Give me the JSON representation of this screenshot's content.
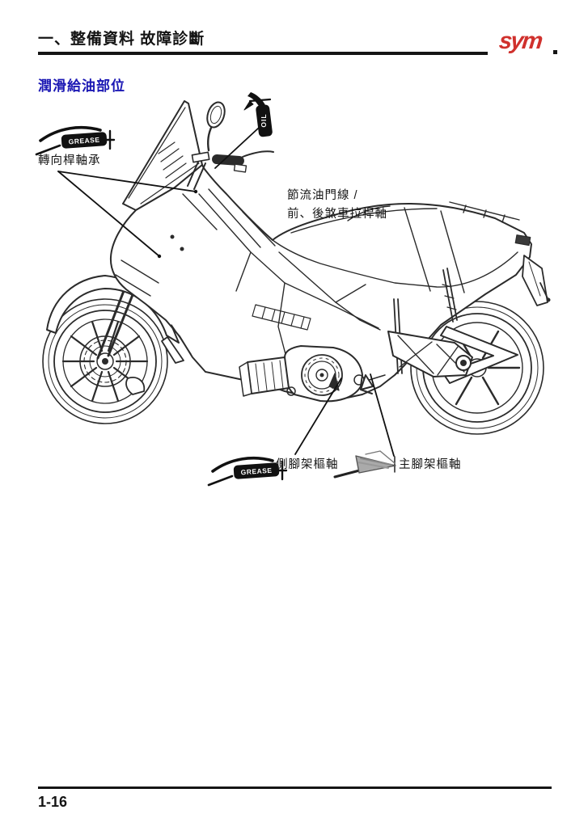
{
  "page": {
    "header": {
      "chapter_title": "一、整備資料 故障診斷",
      "brand_logo_text": "sym",
      "brand_color": "#d0312d"
    },
    "section_title": "潤滑給油部位",
    "section_title_color": "#1b18b4",
    "figure": {
      "icon_labels": {
        "grease": "GREASE",
        "oil": "OIL"
      },
      "callouts": [
        {
          "target": "throttle-and-brake-levers",
          "icon": "oil-can",
          "lines": [
            "節流油門線 /",
            "前、後煞車拉桿軸"
          ]
        },
        {
          "target": "steering-stem-bearing",
          "icon": "grease-gun",
          "label": "轉向桿軸承"
        },
        {
          "target": "side-stand-pivot",
          "icon": "grease-gun",
          "label": "側腳架樞軸"
        },
        {
          "target": "main-stand-pivot",
          "icon": "grease-gun-sketch",
          "label": "主腳架樞軸"
        }
      ]
    },
    "footer": {
      "page_number": "1-16"
    }
  }
}
